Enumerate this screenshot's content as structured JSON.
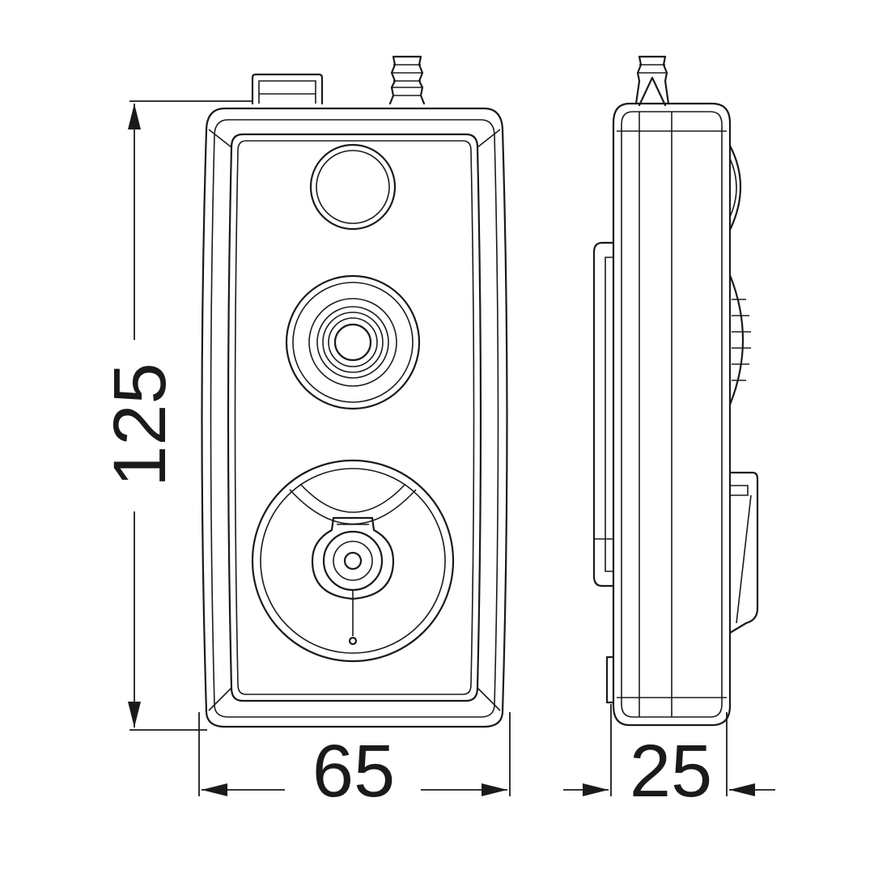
{
  "dimensions": {
    "height_label": "125",
    "width_label": "65",
    "depth_label": "25"
  },
  "colors": {
    "line": "#1a1a1a",
    "background": "#ffffff"
  }
}
